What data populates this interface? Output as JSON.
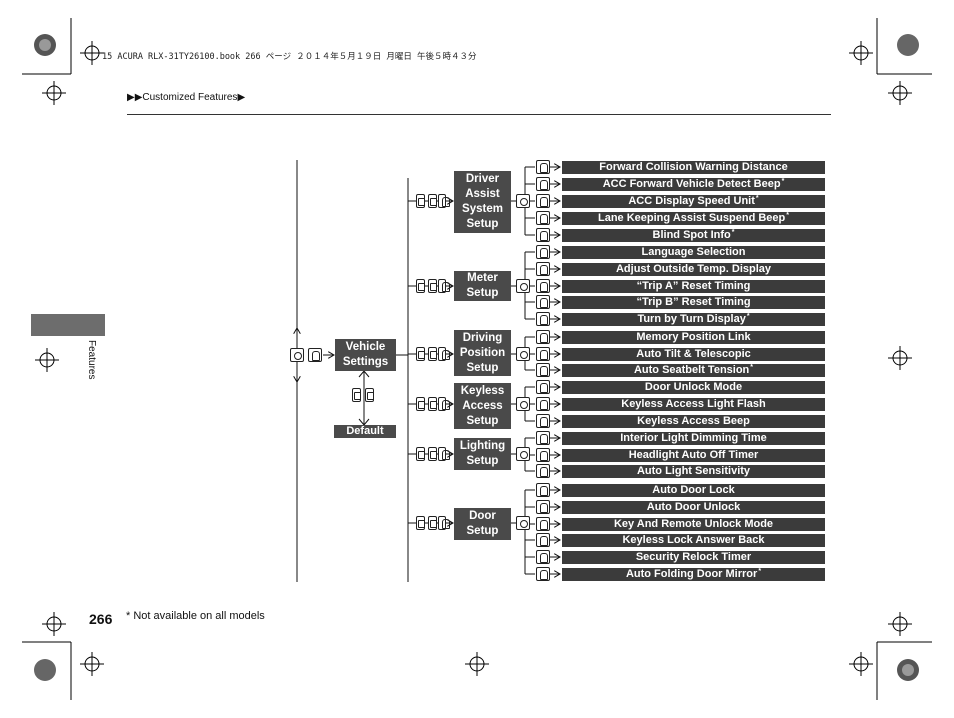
{
  "header": {
    "print_line": "15 ACURA RLX-31TY26100.book  266 ページ  ２０１４年５月１９日  月曜日  午後５時４３分",
    "breadcrumb_arrows": "▶▶",
    "breadcrumb": "Customized Features",
    "breadcrumb_tail": "▶"
  },
  "side_tab": {
    "label": "Features"
  },
  "page": {
    "number": "266",
    "footnote": "* Not available on all models"
  },
  "diagram": {
    "root": "Vehicle\nSettings",
    "default": "Default",
    "groups": [
      {
        "name": "Driver\nAssist\nSystem\nSetup",
        "items": [
          {
            "label": "Forward Collision Warning Distance",
            "star": ""
          },
          {
            "label": "ACC Forward Vehicle Detect Beep",
            "star": "*"
          },
          {
            "label": "ACC Display Speed Unit",
            "star": "*"
          },
          {
            "label": "Lane Keeping Assist Suspend Beep",
            "star": "*"
          },
          {
            "label": "Blind Spot Info",
            "star": "*"
          }
        ]
      },
      {
        "name": "Meter\nSetup",
        "items": [
          {
            "label": "Language Selection",
            "star": ""
          },
          {
            "label": "Adjust Outside Temp. Display",
            "star": ""
          },
          {
            "label": "“Trip A” Reset Timing",
            "star": ""
          },
          {
            "label": "“Trip B” Reset Timing",
            "star": ""
          },
          {
            "label": "Turn by Turn Display",
            "star": "*"
          }
        ]
      },
      {
        "name": "Driving\nPosition\nSetup",
        "items": [
          {
            "label": "Memory Position Link",
            "star": ""
          },
          {
            "label": "Auto Tilt & Telescopic",
            "star": ""
          },
          {
            "label": "Auto Seatbelt Tension",
            "star": "*"
          }
        ]
      },
      {
        "name": "Keyless\nAccess\nSetup",
        "items": [
          {
            "label": "Door Unlock Mode",
            "star": ""
          },
          {
            "label": "Keyless Access Light Flash",
            "star": ""
          },
          {
            "label": "Keyless Access Beep",
            "star": ""
          }
        ]
      },
      {
        "name": "Lighting\nSetup",
        "items": [
          {
            "label": "Interior Light Dimming Time",
            "star": ""
          },
          {
            "label": "Headlight Auto Off Timer",
            "star": ""
          },
          {
            "label": "Auto Light Sensitivity",
            "star": ""
          }
        ]
      },
      {
        "name": "Door\nSetup",
        "items": [
          {
            "label": "Auto Door Lock",
            "star": ""
          },
          {
            "label": "Auto Door Unlock",
            "star": ""
          },
          {
            "label": "Key And Remote Unlock Mode",
            "star": ""
          },
          {
            "label": "Keyless Lock Answer Back",
            "star": ""
          },
          {
            "label": "Security Relock Timer",
            "star": ""
          },
          {
            "label": "Auto Folding Door Mirror",
            "star": "*"
          }
        ]
      }
    ]
  },
  "icons": {
    "crop_mark": "crosshair-registration-icon",
    "color_patch": "color-target-icon",
    "select_knob": "interface-dial-icon",
    "press_knob": "knob-press-icon",
    "scroll": "scroll-button-icon",
    "arrow": "arrow-right-icon"
  }
}
